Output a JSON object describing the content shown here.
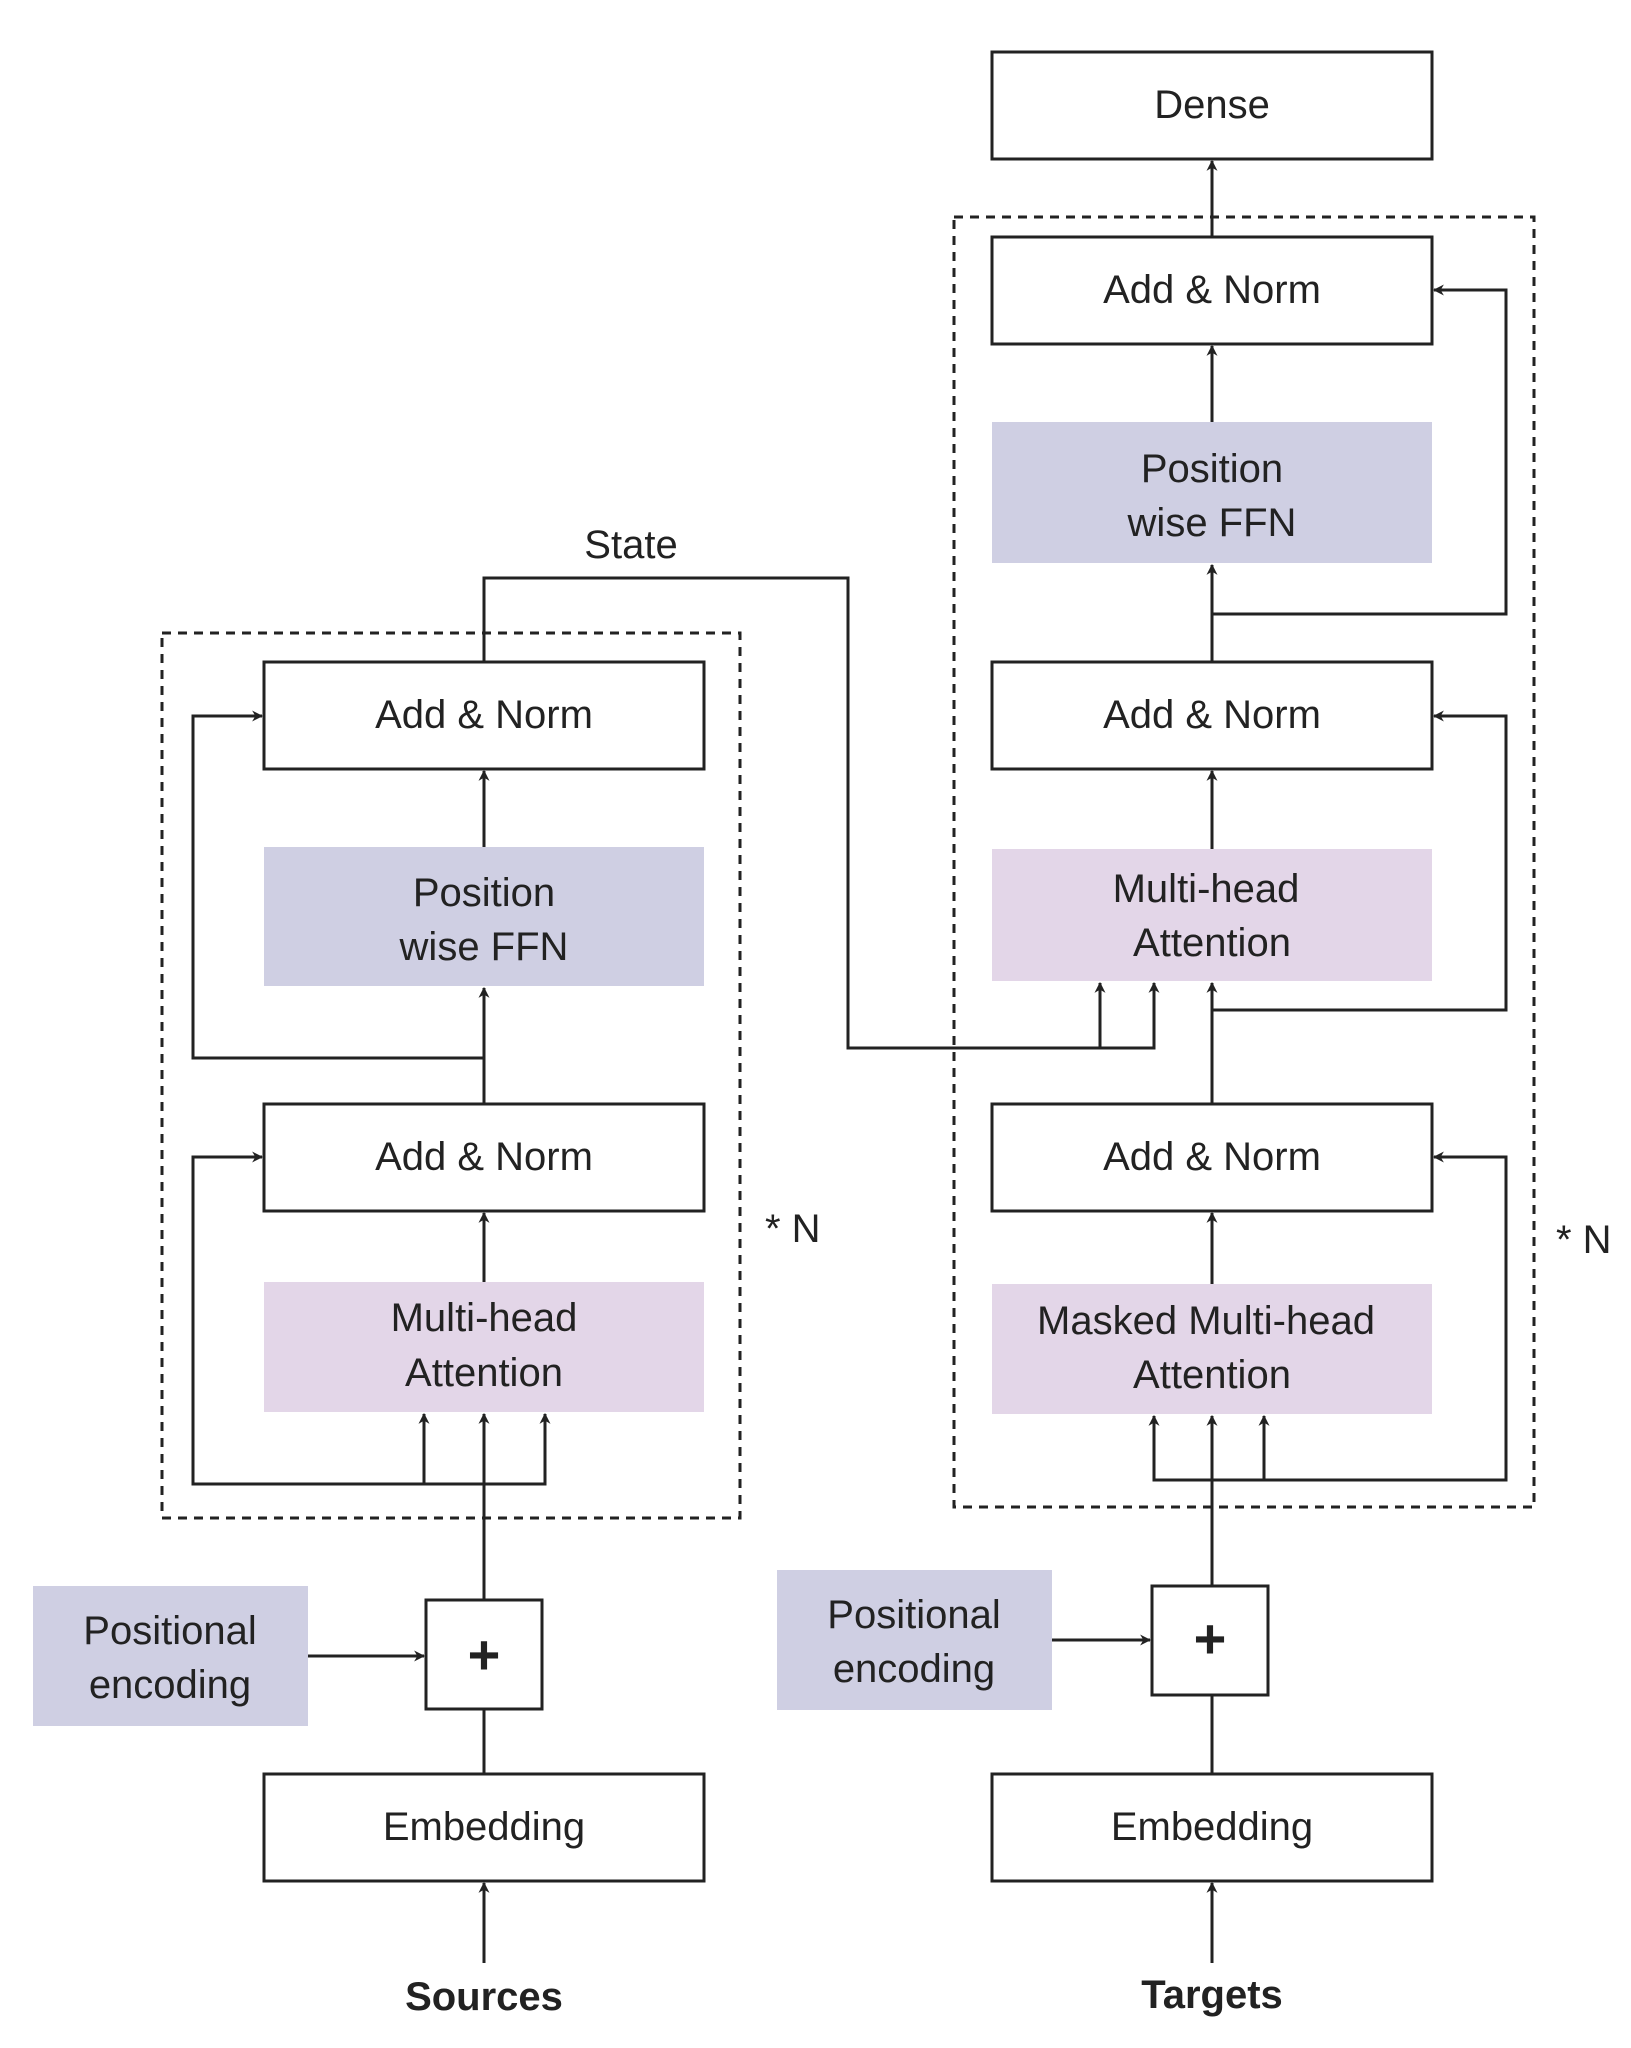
{
  "colors": {
    "ffn_fill": "#cfcfe3",
    "attention_fill": "#e3d6e8",
    "positional_fill": "#cfcfe3",
    "line": "#222222"
  },
  "encoder": {
    "add_norm_top": "Add & Norm",
    "ffn_line1": "Position",
    "ffn_line2": "wise FFN",
    "add_norm_bottom": "Add & Norm",
    "attention_line1": "Multi-head",
    "attention_line2": "Attention",
    "repeat": "* N",
    "positional_line1": "Positional",
    "positional_line2": "encoding",
    "plus": "+",
    "embedding": "Embedding",
    "input": "Sources"
  },
  "decoder": {
    "dense": "Dense",
    "add_norm_top": "Add & Norm",
    "ffn_line1": "Position",
    "ffn_line2": "wise FFN",
    "add_norm_middle": "Add & Norm",
    "cross_attention_line1": "Multi-head",
    "cross_attention_line2": "Attention",
    "add_norm_bottom": "Add & Norm",
    "masked_attention_line1": "Masked Multi-head",
    "masked_attention_line2": "Attention",
    "repeat": "* N",
    "positional_line1": "Positional",
    "positional_line2": "encoding",
    "plus": "+",
    "embedding": "Embedding",
    "input": "Targets"
  },
  "state_label": "State"
}
